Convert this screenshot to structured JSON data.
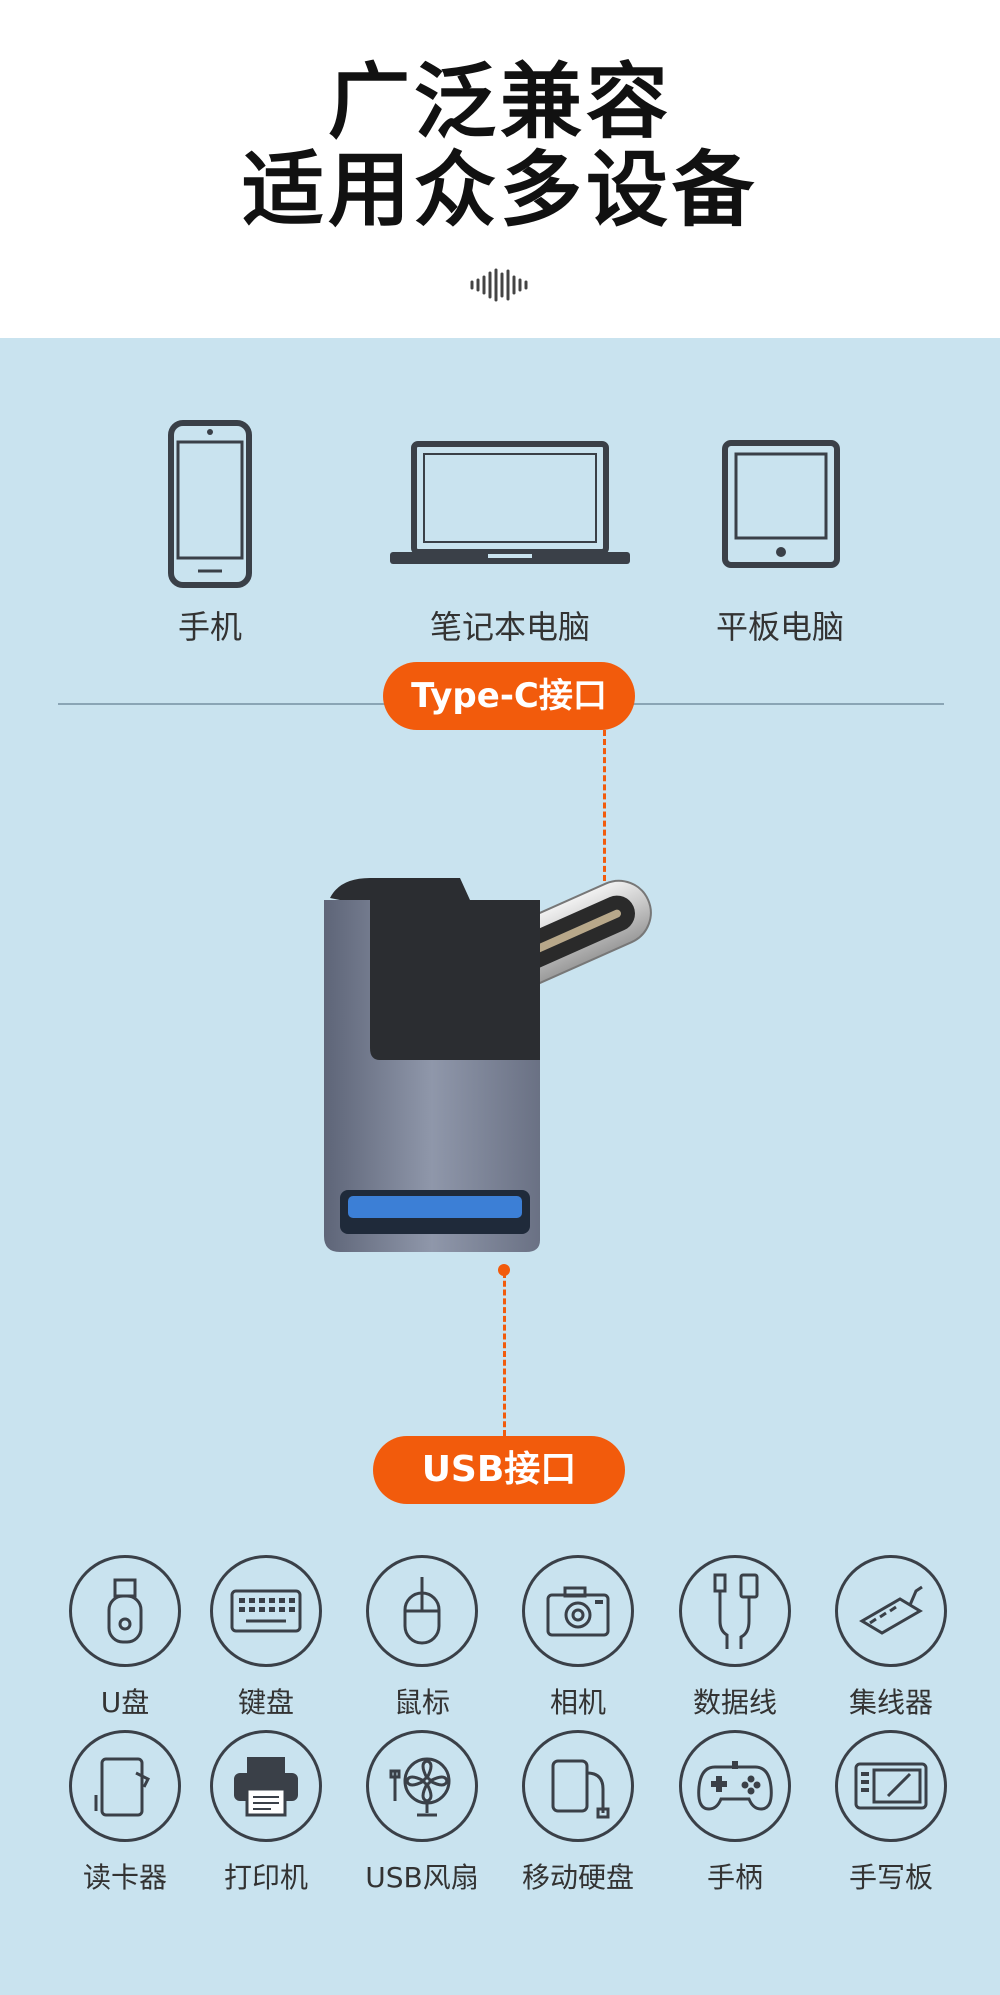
{
  "header": {
    "title_line1": "广泛兼容",
    "title_line2": "适用众多设备",
    "wave_icon": "soundwave-icon"
  },
  "devices": [
    {
      "label": "手机",
      "icon": "phone-icon"
    },
    {
      "label": "笔记本电脑",
      "icon": "laptop-icon"
    },
    {
      "label": "平板电脑",
      "icon": "tablet-icon"
    }
  ],
  "ports": {
    "top_label": "Type-C接口",
    "bottom_label": "USB接口"
  },
  "colors": {
    "accent": "#f25b0c",
    "background": "#c9e3ef",
    "icon_stroke": "#3a4048"
  },
  "peripherals_row1": [
    {
      "label": "U盘",
      "icon": "usb-drive-icon"
    },
    {
      "label": "键盘",
      "icon": "keyboard-icon"
    },
    {
      "label": "鼠标",
      "icon": "mouse-icon"
    },
    {
      "label": "相机",
      "icon": "camera-icon"
    },
    {
      "label": "数据线",
      "icon": "cable-icon"
    },
    {
      "label": "集线器",
      "icon": "hub-icon"
    }
  ],
  "peripherals_row2": [
    {
      "label": "读卡器",
      "icon": "card-reader-icon"
    },
    {
      "label": "打印机",
      "icon": "printer-icon"
    },
    {
      "label": "USB风扇",
      "icon": "fan-icon"
    },
    {
      "label": "移动硬盘",
      "icon": "hard-drive-icon"
    },
    {
      "label": "手柄",
      "icon": "gamepad-icon"
    },
    {
      "label": "手写板",
      "icon": "drawing-tablet-icon"
    }
  ]
}
